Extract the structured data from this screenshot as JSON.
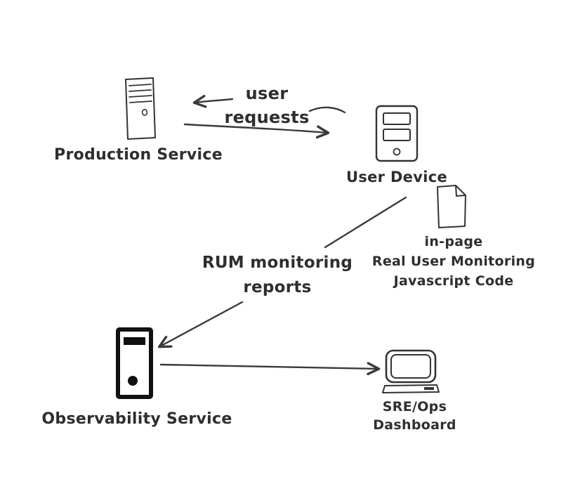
{
  "colors": {
    "ink": "#333333",
    "heavy_ink": "#111111",
    "background": "#ffffff"
  },
  "icons": {
    "production_service": "server-tower-icon",
    "user_device": "mobile-phone-icon",
    "rum_js_code": "document-file-icon",
    "observability_service": "server-tower-bold-icon",
    "sre_ops_dashboard": "desktop-monitor-icon"
  },
  "diagram": {
    "nodes": {
      "production_service": {
        "label": "Production Service"
      },
      "user_device": {
        "label": "User Device"
      },
      "rum_js_code": {
        "label": "in-page\nReal User Monitoring\nJavascript Code"
      },
      "observability_service": {
        "label": "Observability Service"
      },
      "sre_ops_dashboard": {
        "label": "SRE/Ops\nDashboard"
      }
    },
    "edges": {
      "user_requests": {
        "label": "user\nrequests",
        "from": "User Device",
        "to": "Production Service",
        "bidirectional": true
      },
      "rum_monitoring_reports": {
        "label": "RUM monitoring\nreports",
        "from": "User Device",
        "to": "Observability Service"
      },
      "observability_to_dashboard": {
        "label": "",
        "from": "Observability Service",
        "to": "SRE/Ops Dashboard"
      }
    }
  }
}
